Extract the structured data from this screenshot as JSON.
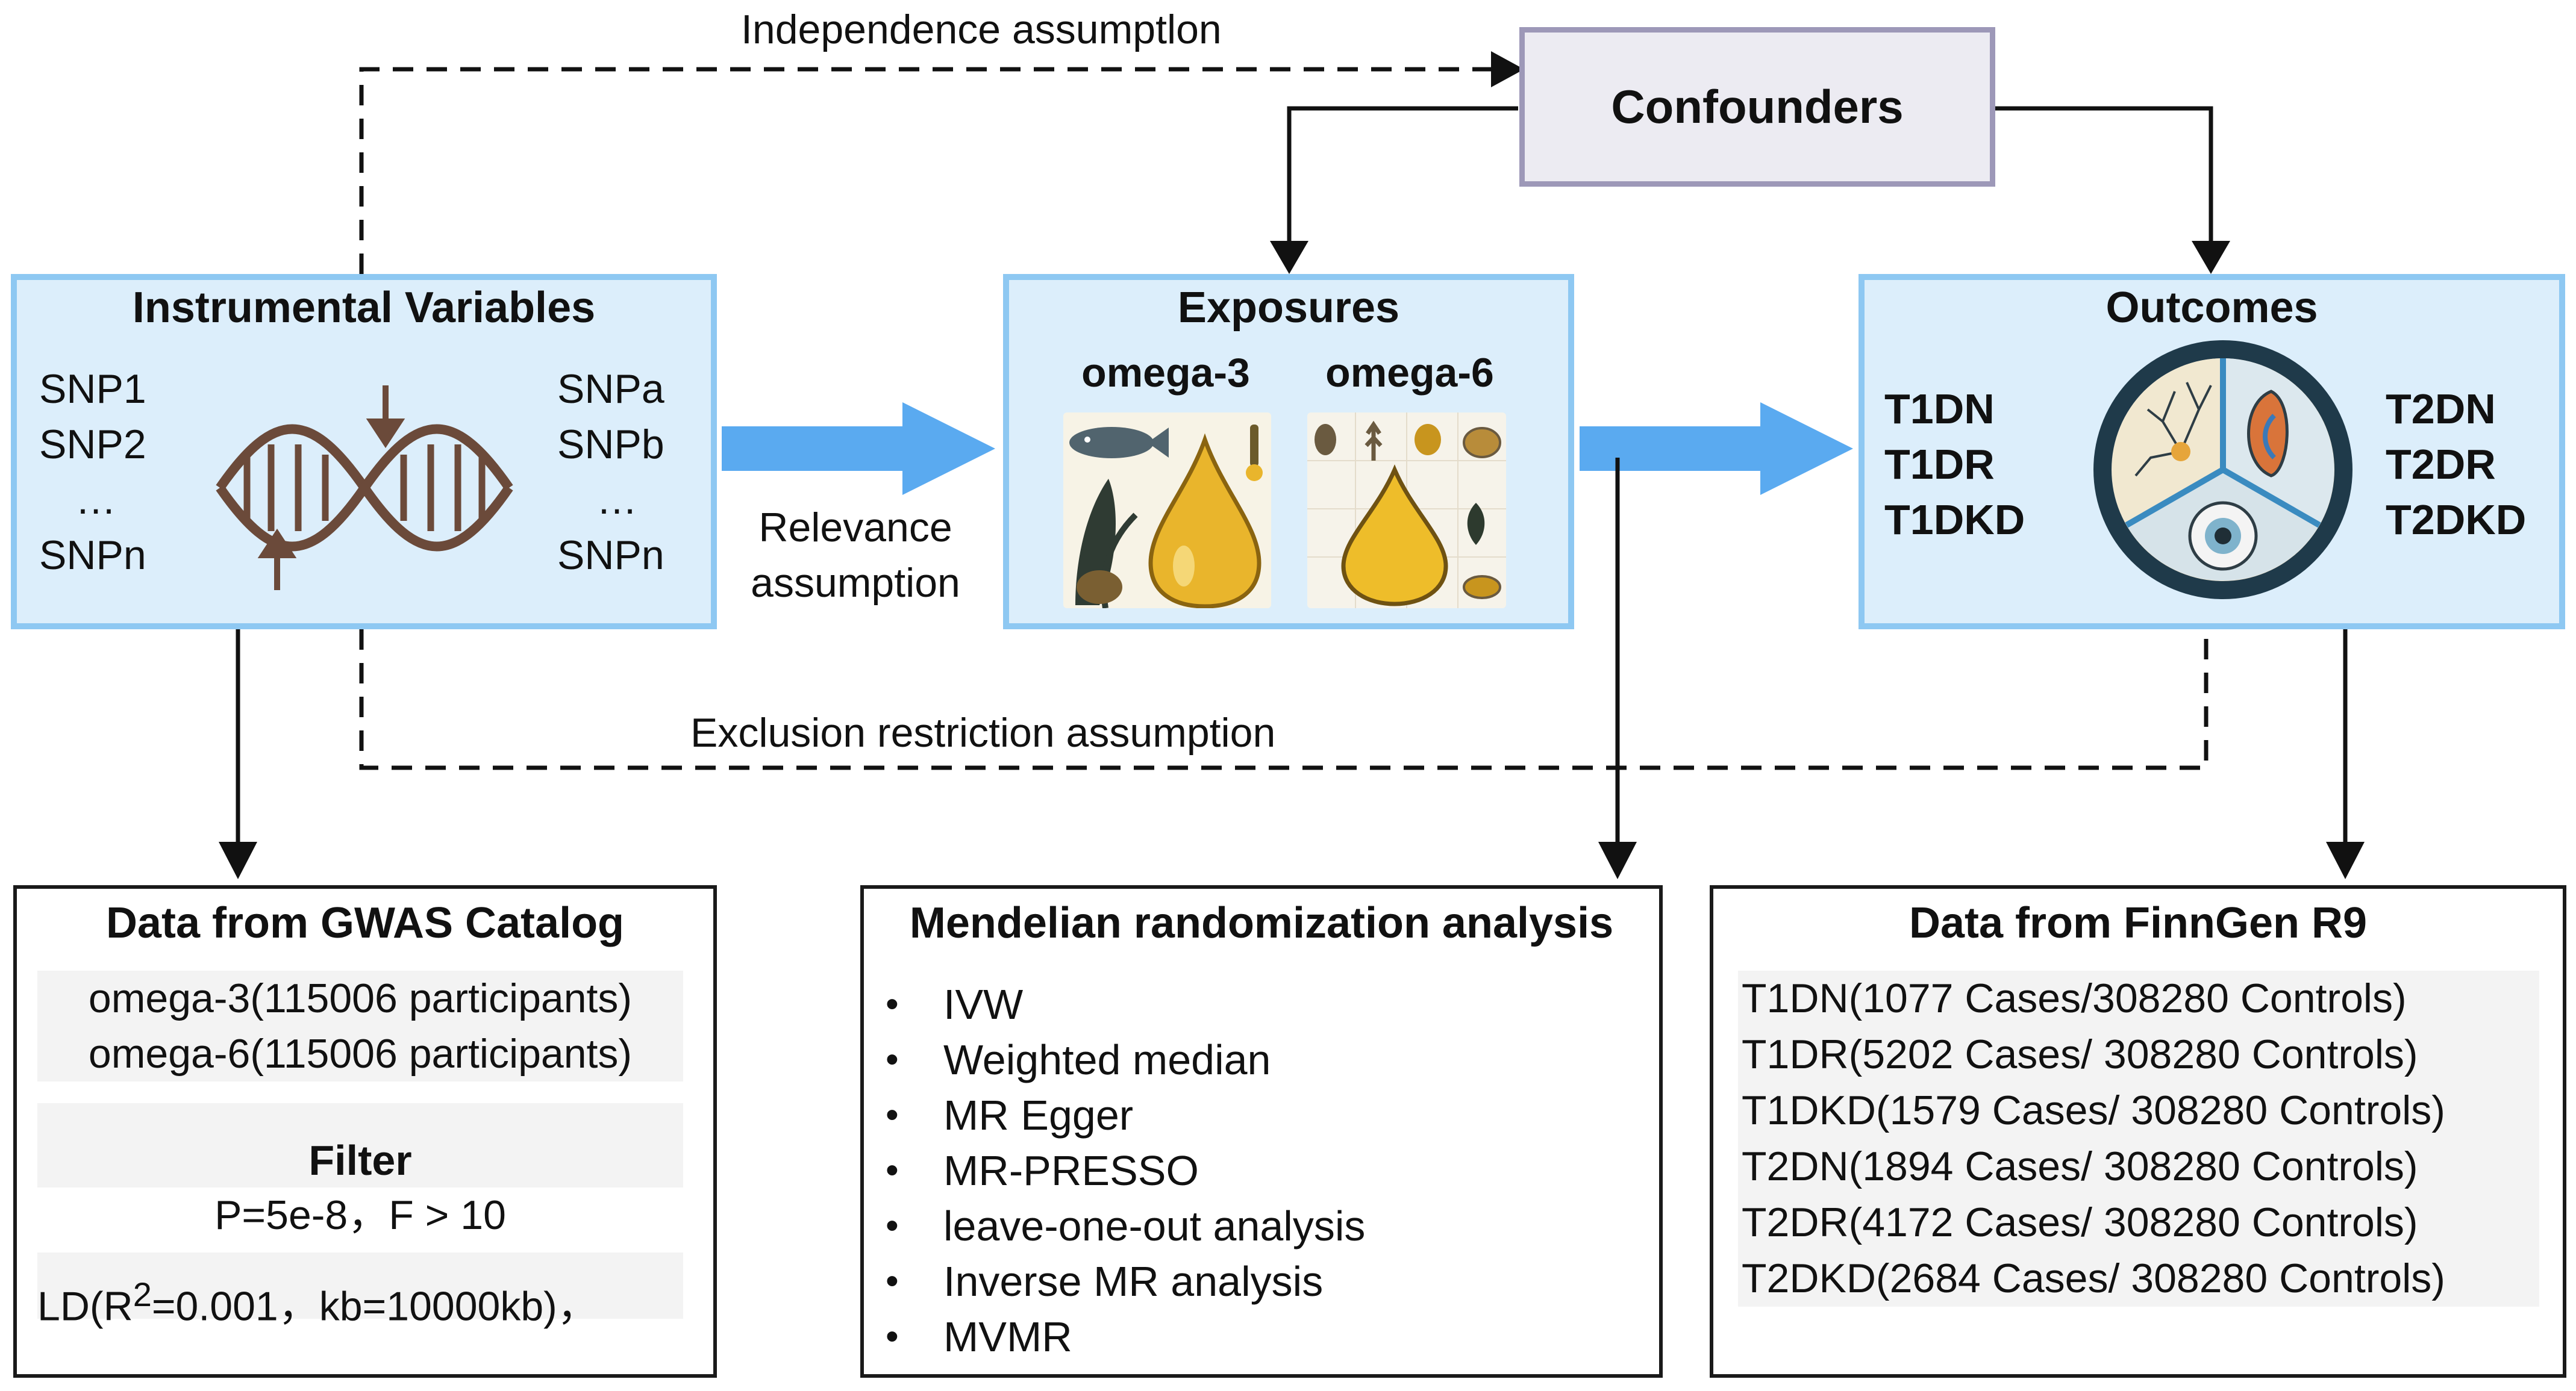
{
  "assumptions": {
    "independence": "Independence assumptlon",
    "relevance_line1": "Relevance",
    "relevance_line2": "assumption",
    "exclusion": "Exclusion restriction assumption"
  },
  "confounders": {
    "label": "Confounders"
  },
  "instrumental": {
    "title": "Instrumental Variables",
    "left_snps": [
      "SNP1",
      "SNP2",
      "…",
      "SNPn"
    ],
    "right_snps": [
      "SNPa",
      "SNPb",
      "…",
      "SNPn"
    ],
    "icon": "dna-icon"
  },
  "exposures": {
    "title": "Exposures",
    "items": [
      "omega-3",
      "omega-6"
    ],
    "icons": [
      "fish-oil-drop-icon",
      "seed-oil-drop-icon"
    ]
  },
  "outcomes": {
    "title": "Outcomes",
    "left": [
      "T1DN",
      "T1DR",
      "T1DKD"
    ],
    "right": [
      "T2DN",
      "T2DR",
      "T2DKD"
    ],
    "icon": "diabetic-complications-icon"
  },
  "gwas": {
    "title": "Data from GWAS Catalog",
    "lines": [
      "omega-3(115006 participants)",
      "omega-6(115006 participants)"
    ],
    "filter_title": "Filter",
    "filter_line": "P=5e-8，F > 10",
    "ld_prefix": "LD(R",
    "ld_sup": "2",
    "ld_suffix": "=0.001，kb=10000kb)，"
  },
  "mr": {
    "title": "Mendelian randomization analysis",
    "methods": [
      "IVW",
      "Weighted median",
      "MR Egger",
      "MR-PRESSO",
      "leave-one-out analysis",
      "Inverse MR analysis",
      "MVMR"
    ]
  },
  "finngen": {
    "title": "Data from FinnGen R9",
    "lines": [
      "T1DN(1077 Cases/308280 Controls)",
      "T1DR(5202 Cases/ 308280 Controls)",
      "T1DKD(1579 Cases/ 308280 Controls)",
      "T2DN(1894 Cases/ 308280 Controls)",
      "T2DR(4172 Cases/ 308280 Controls)",
      "T2DKD(2684 Cases/ 308280 Controls)"
    ]
  },
  "colors": {
    "box_fill": "#dceefb",
    "box_border": "#8ec8f2",
    "arrow_blue": "#5aaaf0",
    "confounder_fill": "#ecebf2",
    "confounder_border": "#9d98b8",
    "dna": "#6b4a3a"
  }
}
